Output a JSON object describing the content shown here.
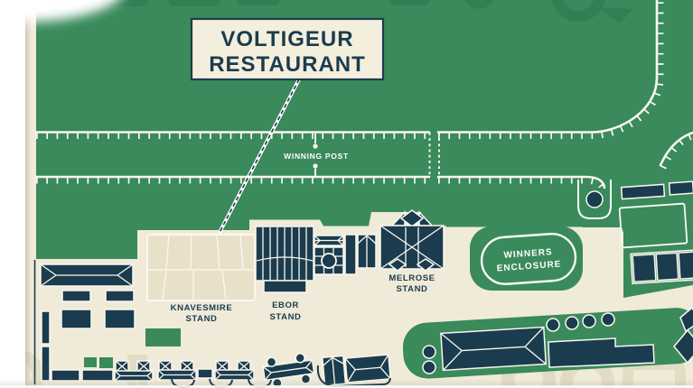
{
  "colors": {
    "field_green": "#3a8a5c",
    "navy": "#1b3c4e",
    "cream": "#f0ead8",
    "beige": "#e8e0c9",
    "track_white": "#faf8ef",
    "label_bg": "#f4eedd",
    "watermark_dark": "#20603f",
    "watermark_light": "#e2dbc3",
    "page_white": "#ffffff"
  },
  "callout": {
    "title_line1": "VOLTIGEUR",
    "title_line2": "RESTAURANT"
  },
  "track": {
    "winning_post_label": "WINNING POST"
  },
  "stands": {
    "knavesmire": {
      "line1": "KNAVESMIRE",
      "line2": "STAND"
    },
    "ebor": {
      "line1": "EBOR",
      "line2": "STAND"
    },
    "melrose": {
      "line1": "MELROSE",
      "line2": "STAND"
    }
  },
  "enclosure": {
    "line1": "WINNERS",
    "line2": "ENCLOSURE"
  }
}
